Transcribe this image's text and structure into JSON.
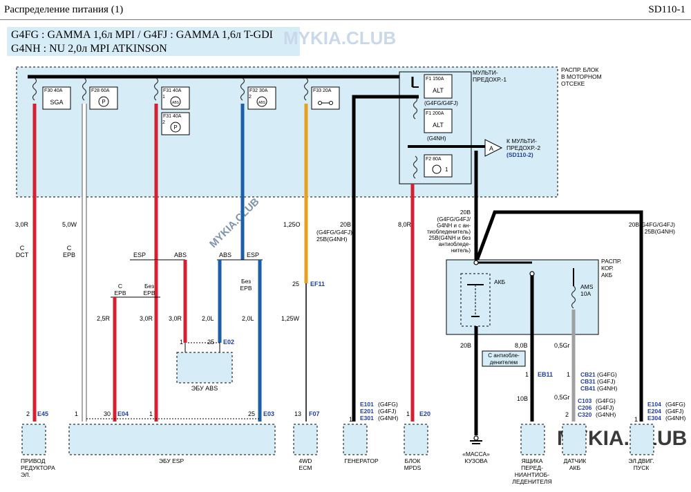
{
  "header": {
    "title": "Распределение питания (1)",
    "code": "SD110-1"
  },
  "engines": {
    "line1": "G4FG : GAMMA 1,6л MPI / G4FJ : GAMMA 1,6л T-GDI",
    "line2": "G4NH : NU 2,0л MPI ATKINSON"
  },
  "watermarks": {
    "top": "MYKIA.CLUB",
    "diagonal": "MYKIA.CLUB",
    "bottom": "MYKIA.CLUB"
  },
  "colors": {
    "red": "#d42030",
    "blue": "#1b5fa8",
    "orange": "#e8a020",
    "gray": "#a0a0a0",
    "black": "#000000",
    "box_fill": "#d6ecf7",
    "ref_blue": "#1f3fa0"
  },
  "junction_block": {
    "label": [
      "РАСПР. БЛОК",
      "В МОТОРНОМ",
      "ОТСЕКЕ"
    ]
  },
  "multi_fuse": {
    "label": [
      "МУЛЬТИ-",
      "ПРЕДОХР.-1"
    ],
    "f1a": "F1 150A",
    "f1a_text": "ALT",
    "f1a_note": "(G4FG/G4FJ)",
    "f1b": "F1 200A",
    "f1b_text": "ALT",
    "f1b_note": "(G4NH)",
    "f2": "F2 80A",
    "f2_pin": "1"
  },
  "connector_a": {
    "letter": "A",
    "label": [
      "К МУЛЬТИ-",
      "ПРЕДОХР.-2"
    ],
    "ref": "(SD110-2)"
  },
  "fuses": [
    {
      "id": "F30 40A",
      "text": "SGA"
    },
    {
      "id": "F28 60A",
      "text": "P"
    },
    {
      "id": "F31 40A",
      "text": "ABS",
      "pin": "1"
    },
    {
      "id": "F31 40A",
      "text": "P",
      "pin": "2"
    },
    {
      "id": "F32 30A",
      "text": "ABS",
      "pin": "2"
    },
    {
      "id": "F33 20A",
      "text": ""
    }
  ],
  "wires": [
    {
      "spec": "3,0R",
      "tag": [
        "C",
        "DCT"
      ]
    },
    {
      "spec": "5,0W",
      "tag": [
        "C",
        "EPB"
      ]
    },
    {
      "spec": "1,25O"
    },
    {
      "spec": "20B",
      "note": [
        "(G4FG/G4FJ)",
        "25B(G4NH)"
      ]
    },
    {
      "spec": "8,0R"
    },
    {
      "spec": "20B",
      "note": [
        "(G4FG/G4FJ/",
        "G4NH и с ан-",
        "тиобледенитель)",
        "25B(G4NH и без",
        "антиобледе-",
        "нитель)"
      ]
    },
    {
      "spec": "20B(G4FG/G4FJ)",
      "note": [
        "25B(G4NH)"
      ]
    }
  ],
  "branches": {
    "esp": "ESP",
    "abs": "ABS",
    "with_epb": [
      "С",
      "EPB"
    ],
    "without_epb": [
      "Без",
      "EPB"
    ]
  },
  "branch_specs": [
    "2,5R",
    "3,0R",
    "3,0R",
    "2,0L",
    "2,0L",
    "1,25W"
  ],
  "abs_ecu": {
    "label": "ЭБУ ABS",
    "pin1": "1",
    "pin2": "25",
    "conn": "E02"
  },
  "ef11": {
    "pin": "25",
    "conn": "EF11"
  },
  "battery_block": {
    "label": [
      "РАСПР.",
      "КОР.",
      "АКБ"
    ],
    "battery": "АКБ",
    "fuse": [
      "AMS",
      "10A"
    ]
  },
  "battery_wires": [
    {
      "spec": "20B"
    },
    {
      "spec": "8,0B",
      "tag": [
        "С антиобле-",
        "денителем"
      ]
    },
    {
      "spec": "0,5Gr"
    }
  ],
  "eb11": {
    "pin": "1",
    "conn": "EB11"
  },
  "ams_conn": {
    "pin": "1",
    "refs": [
      [
        "CB21",
        "(G4FG)"
      ],
      [
        "CB31",
        "(G4FJ)"
      ],
      [
        "CB41",
        "(G4NH)"
      ]
    ]
  },
  "ams_wire2": "0,5Gr",
  "ams_sensor_conn": {
    "pin": "2",
    "refs": [
      [
        "C103",
        "(G4FG)"
      ],
      [
        "C206",
        "(G4FJ)"
      ],
      [
        "C320",
        "(G4NH)"
      ]
    ]
  },
  "deicer_wire": "10B",
  "generator_conn": {
    "pin": "1",
    "refs": [
      [
        "E101",
        "(G4FG)"
      ],
      [
        "E201",
        "(G4FJ)"
      ],
      [
        "E301",
        "(G4NH)"
      ]
    ]
  },
  "starter_conn": {
    "pin": "1",
    "refs": [
      [
        "E104",
        "(G4FG)"
      ],
      [
        "E204",
        "(G4FJ)"
      ],
      [
        "E304",
        "(G4NH)"
      ]
    ]
  },
  "bottom_pins": {
    "e45": [
      "2",
      "E45"
    ],
    "epb_pin": "1",
    "e04": [
      "30",
      "E04"
    ],
    "esp_pin": "1",
    "e03": [
      "25",
      "E03"
    ],
    "f07": [
      "13",
      "F07"
    ],
    "e20": [
      "1",
      "E20"
    ]
  },
  "components": {
    "actuator": [
      "ПРИВОД",
      "РЕДУКТОРА",
      "ЭЛ."
    ],
    "esp_ecu": [
      "ЭБУ ESP"
    ],
    "ecm": [
      "4WD",
      "ECM"
    ],
    "generator": [
      "ГЕНЕРАТОР"
    ],
    "mpds": [
      "БЛОК",
      "MPDS"
    ],
    "ground": [
      "«МАССА»",
      "КУЗОВА"
    ],
    "deicer": [
      "ЯЩИКА",
      "ПЕРЕД-",
      "НИАНТИОБ-",
      "ЛЕДЕНИТЕЛЯ"
    ],
    "sensor": [
      "ДАТЧИК",
      "АКБ"
    ],
    "starter": [
      "ЭЛ.ДВИГ.",
      "ПУСК"
    ]
  }
}
